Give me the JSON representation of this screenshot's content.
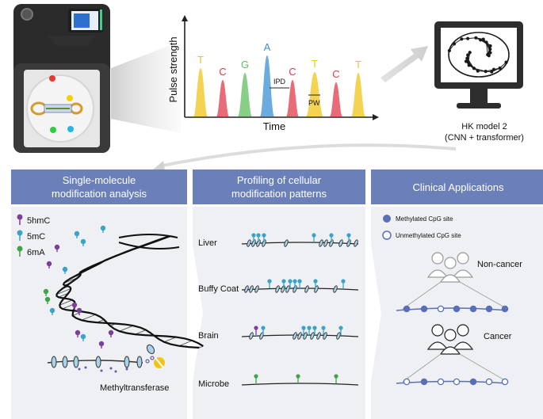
{
  "chart": {
    "ylabel": "Pulse strength",
    "xlabel": "Time",
    "bases": [
      {
        "letter": "T",
        "color": "#f0c419"
      },
      {
        "letter": "C",
        "color": "#e03b4b"
      },
      {
        "letter": "G",
        "color": "#5fbf5f"
      },
      {
        "letter": "A",
        "color": "#3b8fd6"
      },
      {
        "letter": "C",
        "color": "#e03b4b"
      },
      {
        "letter": "T",
        "color": "#f0c419"
      },
      {
        "letter": "C",
        "color": "#e03b4b"
      },
      {
        "letter": "T",
        "color": "#f0c419"
      }
    ],
    "ipd_label": "IPD",
    "pw_label": "PW"
  },
  "model": {
    "line1": "HK model 2",
    "line2": "(CNN + transformer)"
  },
  "panels": {
    "left_title_1": "Single-molecule",
    "left_title_2": "modification analysis",
    "mid_title_1": "Profiling of cellular",
    "mid_title_2": "modification patterns",
    "right_title": "Clinical Applications"
  },
  "legend_mods": [
    {
      "label": "5hmC",
      "color": "#7b3f9a"
    },
    {
      "label": "5mC",
      "color": "#3aa3c6"
    },
    {
      "label": "6mA",
      "color": "#3fa34d"
    }
  ],
  "enzyme_label": "Methyltransferase",
  "samples": [
    "Liver",
    "Buffy Coat",
    "Brain",
    "Microbe"
  ],
  "cpg_legend": {
    "methylated": "Methylated CpG site",
    "unmethylated": "Unmethylated CpG site"
  },
  "groups": {
    "noncancer": "Non-cancer",
    "cancer": "Cancer"
  },
  "colors": {
    "header": "#6b80b8",
    "panel": "#eef0f4",
    "cpg": "#5a6fb5"
  }
}
